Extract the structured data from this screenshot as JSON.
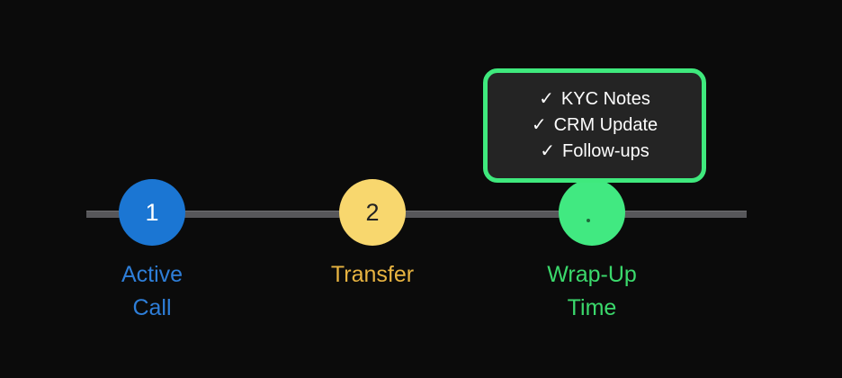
{
  "canvas": {
    "background_color": "#0b0b0b",
    "track_color": "#57575a"
  },
  "timeline": {
    "steps": [
      {
        "id": "active-call",
        "number": "1",
        "label": "Active\nCall",
        "circle_color": "#1b76d3",
        "number_color": "#ffffff",
        "label_color": "#2e7ed8"
      },
      {
        "id": "transfer",
        "number": "2",
        "label": "Transfer",
        "circle_color": "#f8d76e",
        "number_color": "#222222",
        "label_color": "#e8b441"
      },
      {
        "id": "wrap-up-time",
        "number": "",
        "label": "Wrap-Up\nTime",
        "circle_color": "#41e981",
        "number_color": "#1e3b2a",
        "label_color": "#3bd96c"
      }
    ]
  },
  "tooltip": {
    "check_glyph": "✓",
    "items": [
      "KYC Notes",
      "CRM Update",
      "Follow-ups"
    ],
    "border_color": "#3fe97d",
    "background_color": "#242424",
    "text_color": "#fdfdfd"
  }
}
